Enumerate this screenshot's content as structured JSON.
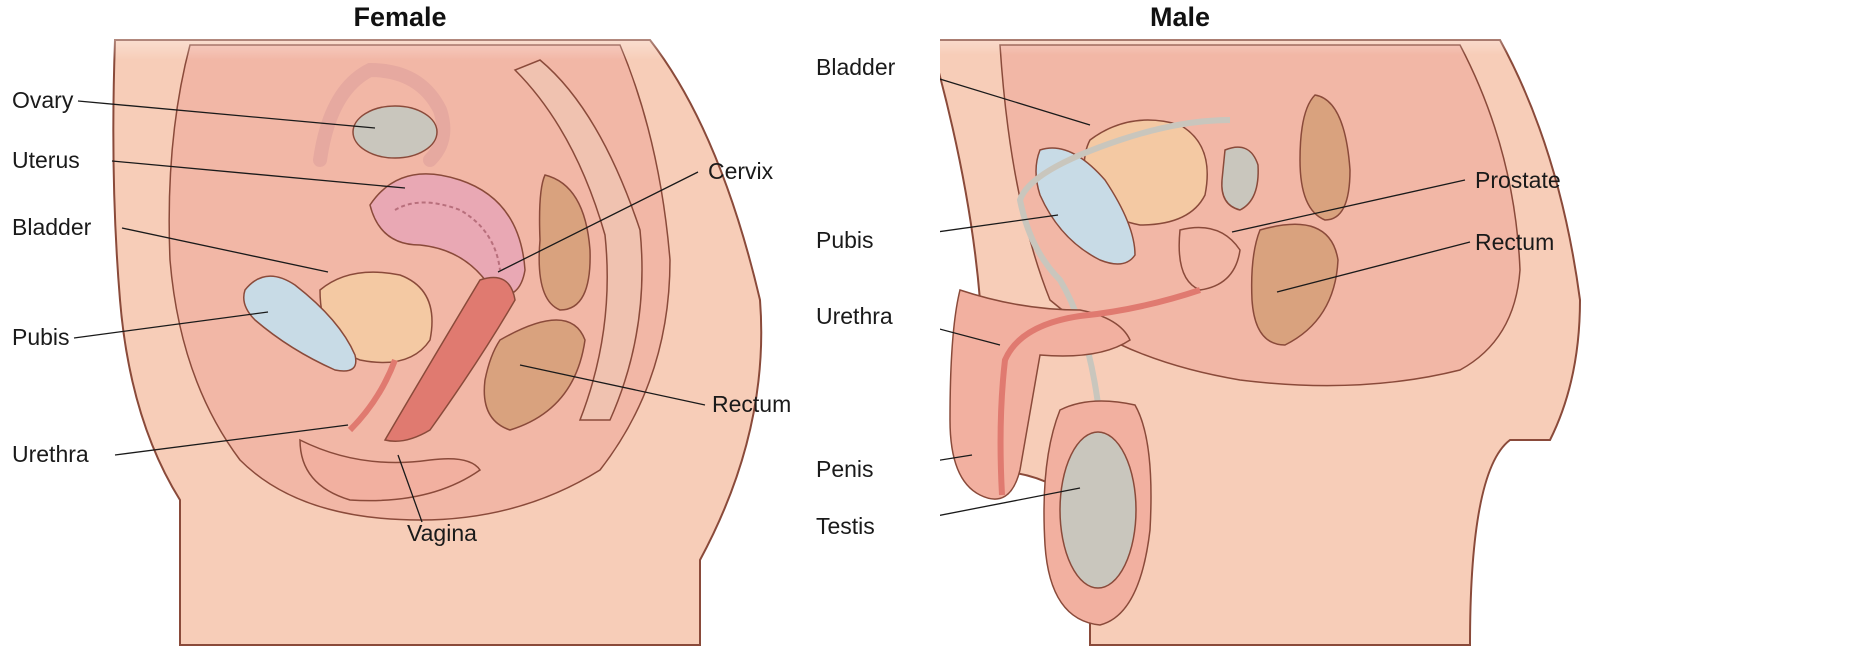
{
  "female": {
    "title": "Female",
    "labels": {
      "ovary": "Ovary",
      "uterus": "Uterus",
      "bladder": "Bladder",
      "pubis": "Pubis",
      "urethra": "Urethra",
      "cervix": "Cervix",
      "rectum": "Rectum",
      "vagina": "Vagina"
    }
  },
  "male": {
    "title": "Male",
    "labels": {
      "bladder": "Bladder",
      "pubis": "Pubis",
      "urethra": "Urethra",
      "penis": "Penis",
      "testis": "Testis",
      "prostate": "Prostate",
      "rectum": "Rectum"
    }
  },
  "colors": {
    "skin": "#f7cdb8",
    "tissue": "#f2b0a0",
    "uterus": "#e9a8b4",
    "bone": "#c8dbe6",
    "organ_beige": "#f4c9a3",
    "rectum": "#d9a27e",
    "gray": "#c9c6bd",
    "canal": "#e07a70",
    "outline": "#8a4a3a"
  }
}
